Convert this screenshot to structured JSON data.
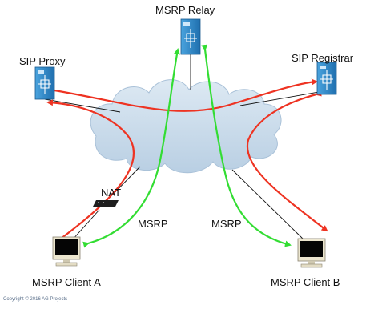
{
  "labels": {
    "relay": "MSRP Relay",
    "proxy": "SIP Proxy",
    "registrar": "SIP Registrar",
    "nat": "NAT",
    "msrp_left": "MSRP",
    "msrp_right": "MSRP",
    "client_a": "MSRP Client A",
    "client_b": "MSRP Client B"
  },
  "copyright": "Copyright © 2016 AG Projects",
  "colors": {
    "cloud": "#c8dcec",
    "server_blue": "#2e86c8",
    "sip_signaling": "#ee3322",
    "msrp_media": "#33dd33",
    "link": "#111111"
  },
  "icons": {
    "server": "server-icon",
    "nat": "router-icon",
    "client": "computer-icon",
    "cloud": "cloud-icon"
  }
}
